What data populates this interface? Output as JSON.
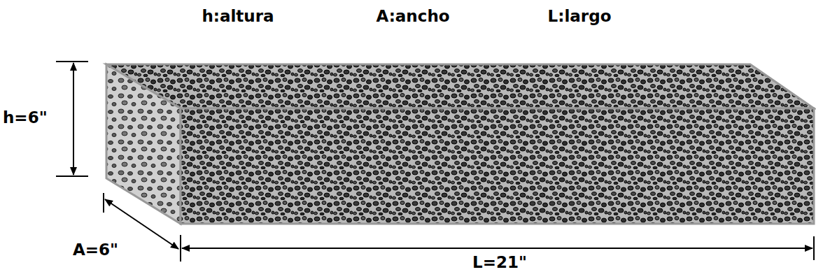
{
  "diagram": {
    "labels": [
      "h:altura",
      "A:ancho",
      "L:largo",
      "h=6\"",
      "A=6\"",
      "L=21\""
    ]
  }
}
